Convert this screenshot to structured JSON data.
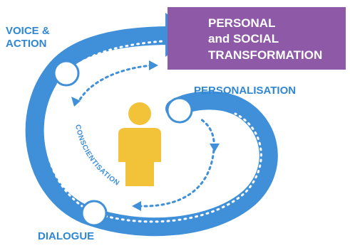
{
  "colors": {
    "blue": "#3f8fd9",
    "purple": "#8e59a6",
    "yellow": "#f2c338",
    "label_blue": "#2f87d3",
    "white": "#ffffff"
  },
  "labels": {
    "voice_line1": "VOICE &",
    "voice_line2": "ACTION",
    "personalisation": "PERSONALISATION",
    "dialogue": "DIALOGUE",
    "conscientisation": "CONSCIENTISATION"
  },
  "outcome_box": {
    "line1": "PERSONAL",
    "line2": "and SOCIAL",
    "line3": "TRANSFORMATION"
  },
  "icons": {
    "center_figure": "person-icon"
  }
}
